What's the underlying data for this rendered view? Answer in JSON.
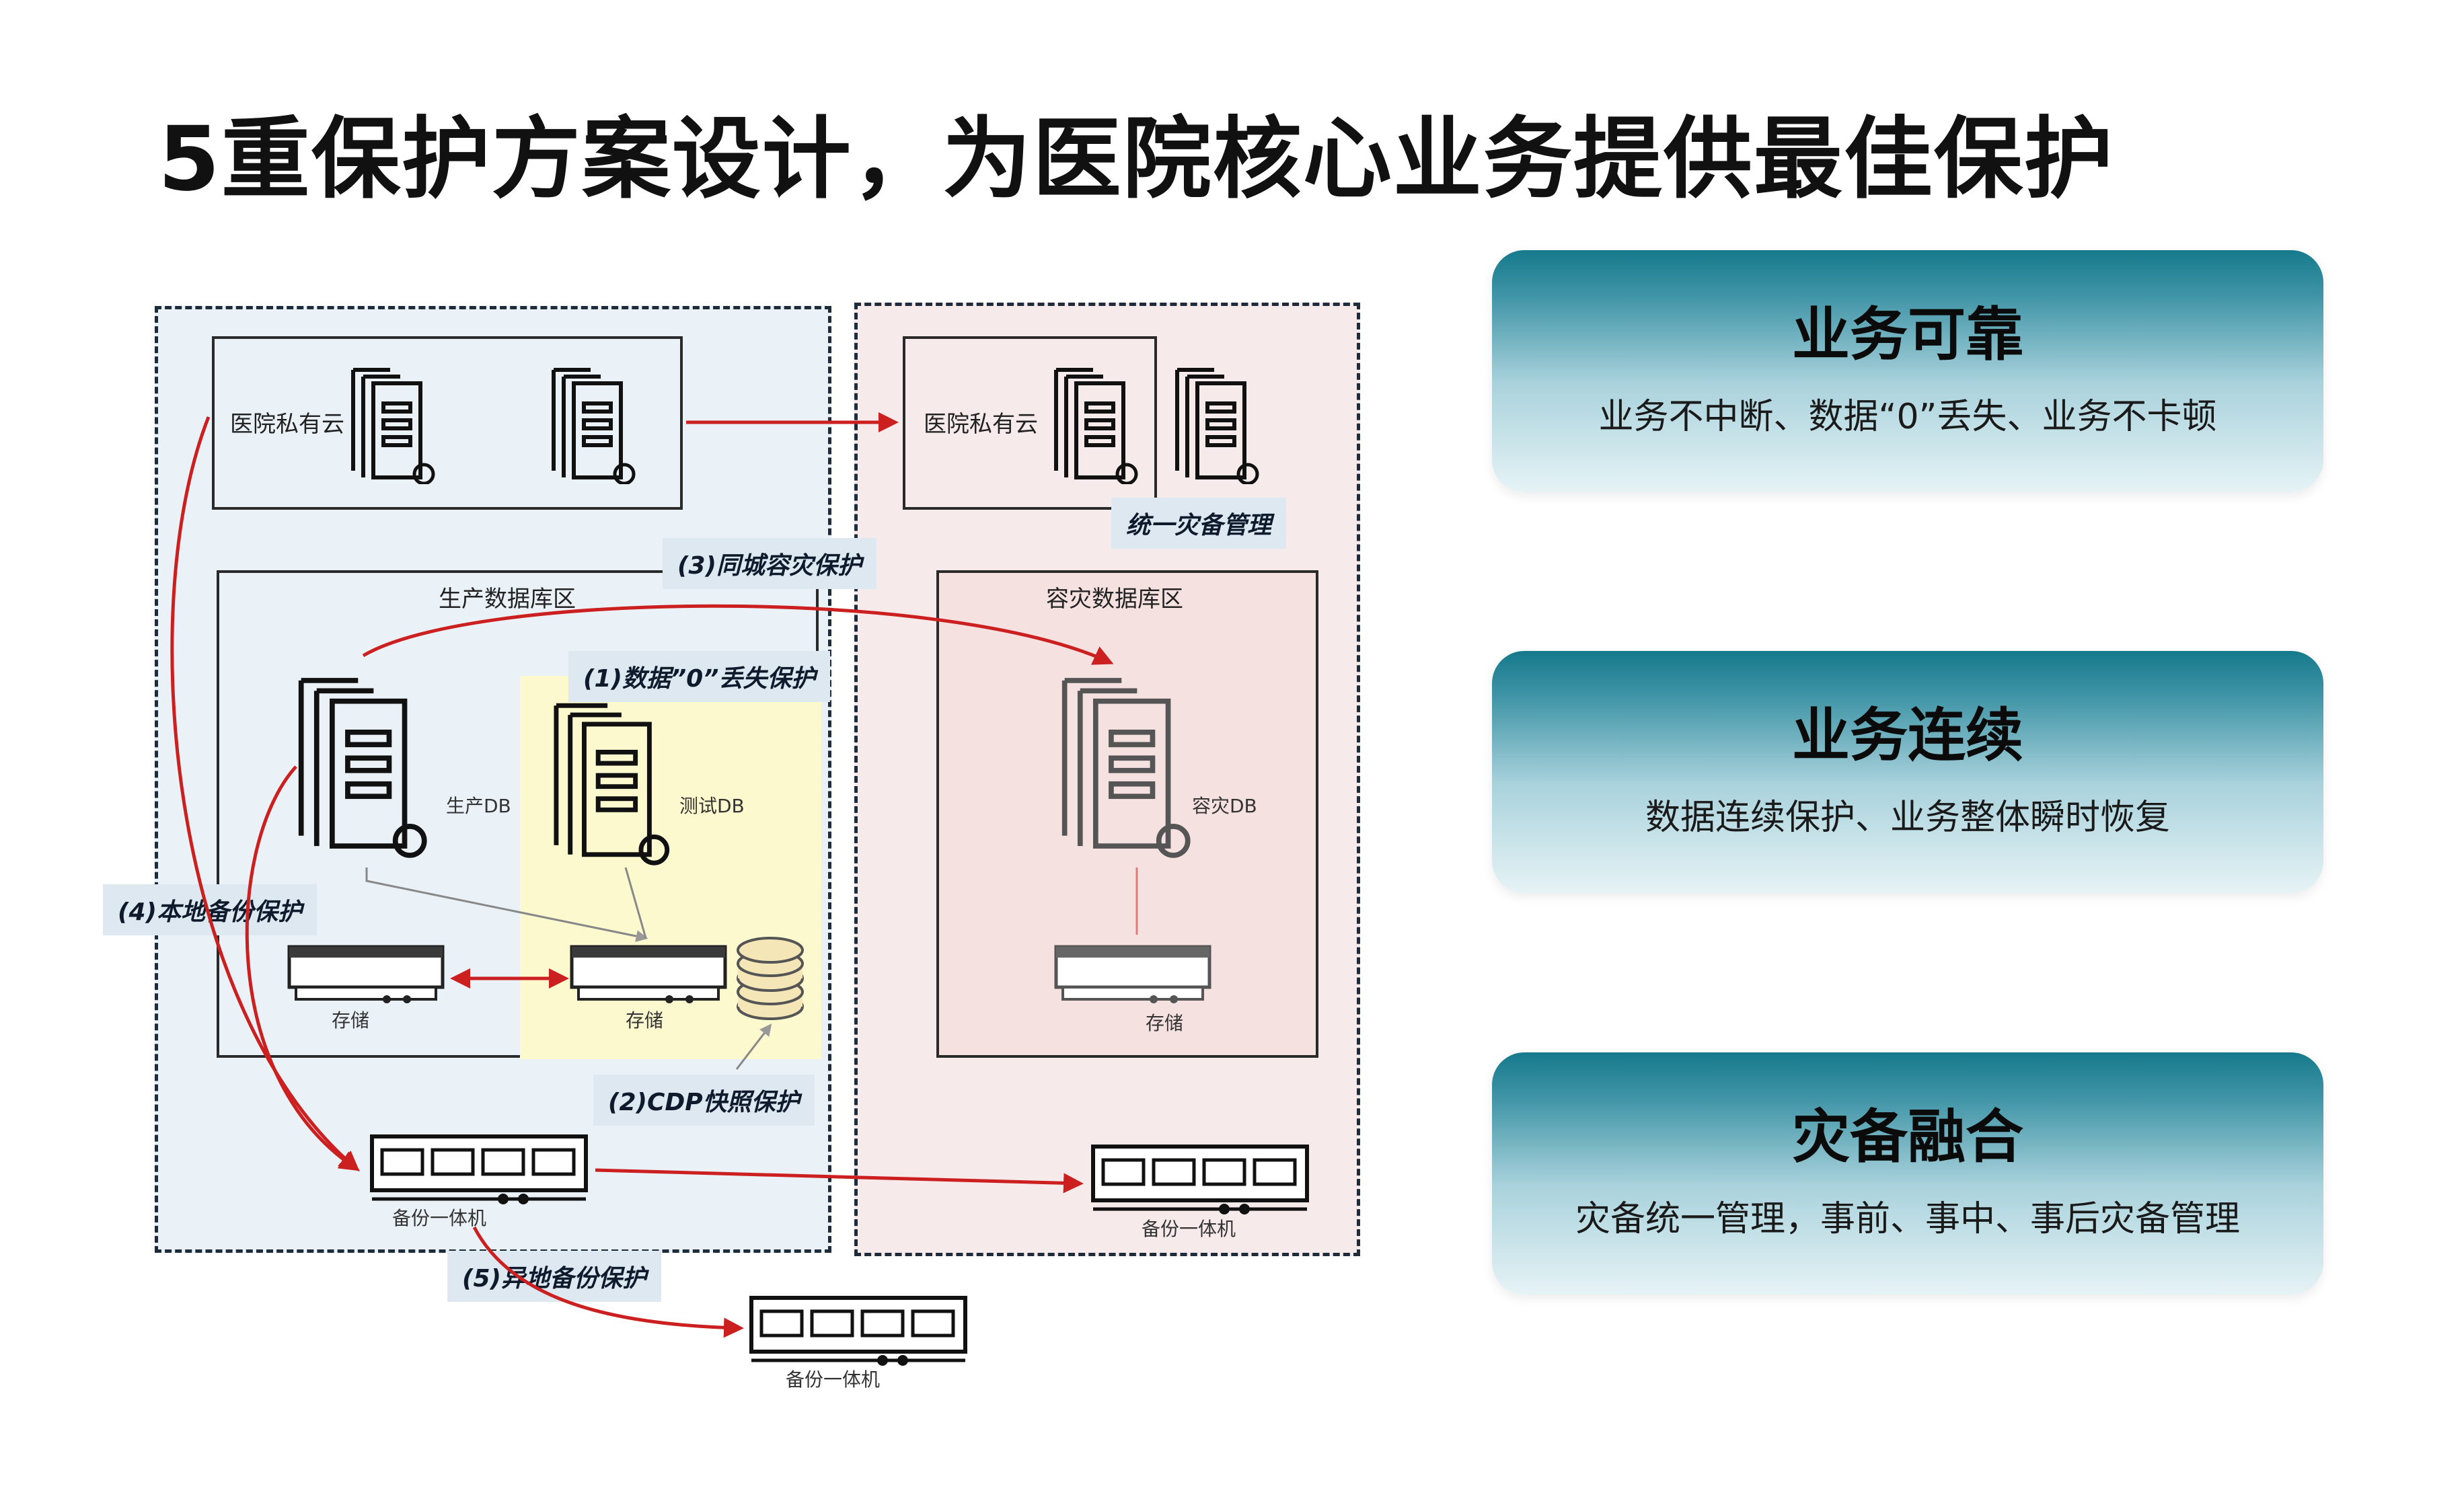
{
  "title": "5重保护方案设计，为医院核心业务提供最佳保护",
  "diagram": {
    "prod_cloud_label": "医院私有云",
    "dr_cloud_label": "医院私有云",
    "unified_dr_label": "统一灾备管理",
    "prod_db_zone_label": "生产数据库区",
    "dr_db_zone_label": "容灾数据库区",
    "prod_db_label": "生产DB",
    "test_db_label": "测试DB",
    "dr_db_label": "容灾DB",
    "storage_label": "存储",
    "backup_appliance_label": "备份一体机",
    "tags": {
      "zero_loss": "(1)数据”0”丢失保护",
      "cdp": "(2)CDP快照保护",
      "same_city": "(3)同城容灾保护",
      "local_backup": "(4)本地备份保护",
      "remote_backup": "(5)异地备份保护"
    }
  },
  "features": [
    {
      "title": "业务可靠",
      "desc": "业务不中断、数据“0”丢失、业务不卡顿"
    },
    {
      "title": "业务连续",
      "desc": "数据连续保护、业务整体瞬时恢复"
    },
    {
      "title": "灾备融合",
      "desc": "灾备统一管理，事前、事中、事后灾备管理"
    }
  ],
  "colors": {
    "arrow": "#cc1f1f",
    "feature_top": "#167a8c",
    "feature_bottom": "#e6f3f6"
  },
  "icons": [
    "server-stack-icon",
    "storage-array-icon",
    "backup-appliance-icon",
    "database-cylinder-icon",
    "gear-icon"
  ]
}
